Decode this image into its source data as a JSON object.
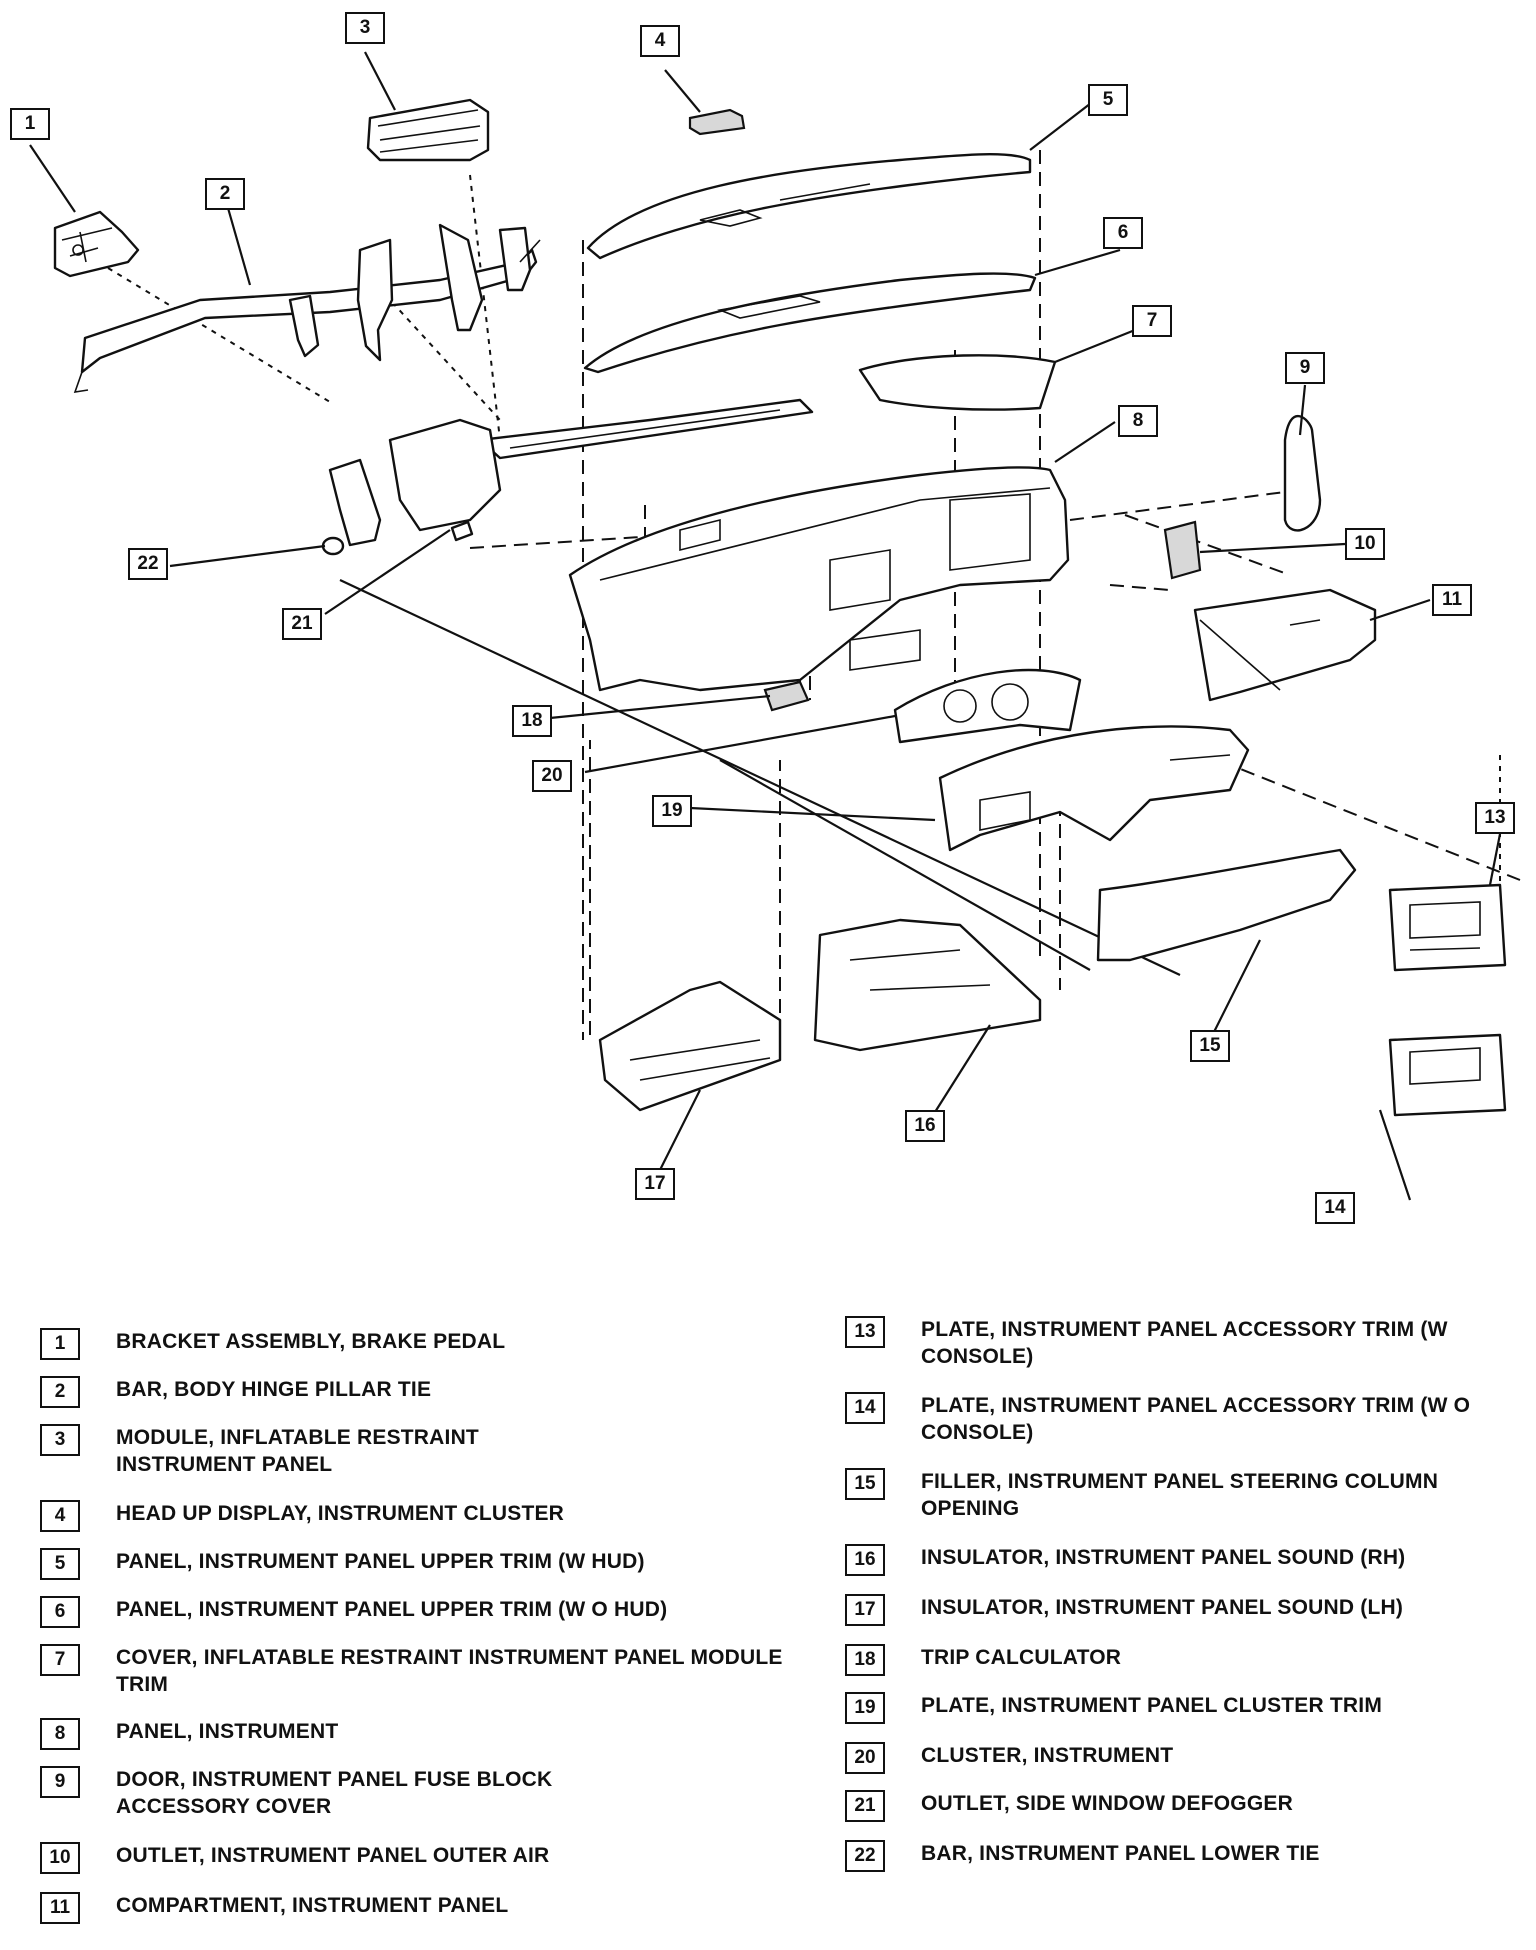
{
  "callouts": [
    {
      "num": "1"
    },
    {
      "num": "2"
    },
    {
      "num": "3"
    },
    {
      "num": "4"
    },
    {
      "num": "5"
    },
    {
      "num": "6"
    },
    {
      "num": "7"
    },
    {
      "num": "8"
    },
    {
      "num": "9"
    },
    {
      "num": "10"
    },
    {
      "num": "11"
    },
    {
      "num": "13"
    },
    {
      "num": "14"
    },
    {
      "num": "15"
    },
    {
      "num": "16"
    },
    {
      "num": "17"
    },
    {
      "num": "18"
    },
    {
      "num": "19"
    },
    {
      "num": "20"
    },
    {
      "num": "21"
    },
    {
      "num": "22"
    }
  ],
  "legend": [
    {
      "num": "1",
      "text": "BRACKET ASSEMBLY, BRAKE PEDAL"
    },
    {
      "num": "2",
      "text": "BAR, BODY HINGE PILLAR TIE"
    },
    {
      "num": "3",
      "text": "MODULE, INFLATABLE RESTRAINT INSTRUMENT PANEL"
    },
    {
      "num": "4",
      "text": "HEAD UP DISPLAY, INSTRUMENT CLUSTER"
    },
    {
      "num": "5",
      "text": "PANEL, INSTRUMENT PANEL UPPER TRIM (W HUD)"
    },
    {
      "num": "6",
      "text": "PANEL, INSTRUMENT PANEL UPPER TRIM (W O HUD)"
    },
    {
      "num": "7",
      "text": "COVER, INFLATABLE RESTRAINT INSTRUMENT PANEL MODULE TRIM"
    },
    {
      "num": "8",
      "text": "PANEL, INSTRUMENT"
    },
    {
      "num": "9",
      "text": "DOOR, INSTRUMENT PANEL FUSE BLOCK ACCESSORY COVER"
    },
    {
      "num": "10",
      "text": "OUTLET, INSTRUMENT PANEL OUTER AIR"
    },
    {
      "num": "11",
      "text": "COMPARTMENT, INSTRUMENT PANEL"
    },
    {
      "num": "13",
      "text": "PLATE, INSTRUMENT PANEL ACCESSORY TRIM (W CONSOLE)"
    },
    {
      "num": "14",
      "text": "PLATE, INSTRUMENT PANEL ACCESSORY TRIM (W O CONSOLE)"
    },
    {
      "num": "15",
      "text": "FILLER, INSTRUMENT PANEL STEERING COLUMN OPENING"
    },
    {
      "num": "16",
      "text": "INSULATOR, INSTRUMENT PANEL SOUND (RH)"
    },
    {
      "num": "17",
      "text": "INSULATOR, INSTRUMENT PANEL SOUND (LH)"
    },
    {
      "num": "18",
      "text": "TRIP CALCULATOR"
    },
    {
      "num": "19",
      "text": "PLATE, INSTRUMENT PANEL CLUSTER TRIM"
    },
    {
      "num": "20",
      "text": "CLUSTER, INSTRUMENT"
    },
    {
      "num": "21",
      "text": "OUTLET, SIDE WINDOW DEFOGGER"
    },
    {
      "num": "22",
      "text": "BAR, INSTRUMENT PANEL LOWER TIE"
    }
  ]
}
